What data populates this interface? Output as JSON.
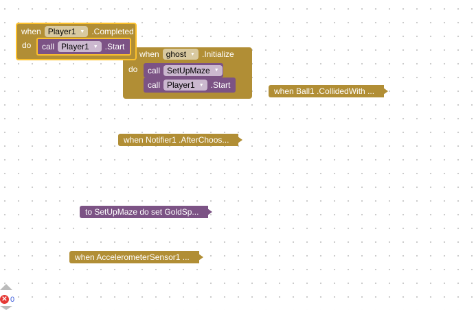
{
  "blocks": {
    "completed": {
      "when": "when",
      "component": "Player1",
      "event": ".Completed",
      "do": "do",
      "call": "call",
      "call_component": "Player1",
      "method": ".Start"
    },
    "ghost": {
      "when": "when",
      "component": "ghost",
      "event": ".Initialize",
      "do": "do",
      "call1": "call",
      "proc": "SetUpMaze",
      "call2": "call",
      "call_component": "Player1",
      "method": ".Start"
    },
    "collapsed": [
      "when  Ball1 .CollidedWith  ...",
      "when  Notifier1 .AfterChoos...",
      "to SetUpMaze do set  GoldSp...",
      "when  AccelerometerSensor1  ..."
    ]
  },
  "warnings": {
    "error_count": "0"
  },
  "colors": {
    "event": "#b18e35",
    "procedure": "#7c5385",
    "selected": "#fbc02d"
  }
}
